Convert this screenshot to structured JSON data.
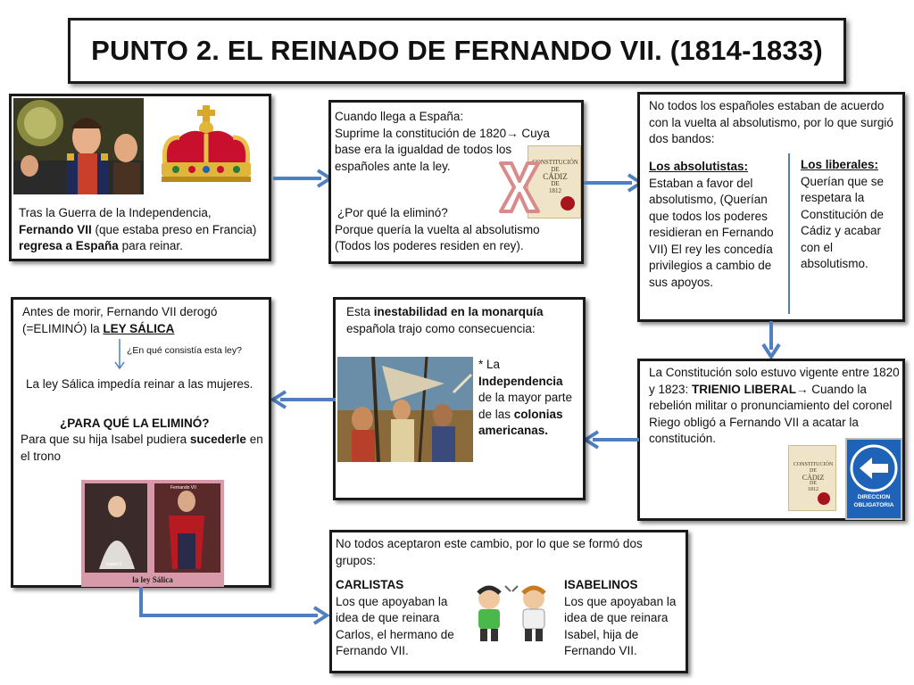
{
  "title": "PUNTO 2. EL REINADO DE FERNANDO VII. (1814-1833)",
  "box1": {
    "text_a": "Tras la Guerra de la Independencia, ",
    "text_b": "Fernando VII",
    "text_c": " (que estaba preso en Francia) ",
    "text_d": "regresa a España",
    "text_e": " para reinar."
  },
  "box2": {
    "l1": "Cuando llega a España:",
    "l2a": "Suprime la constitución de 1820",
    "l2b": " Cuya base era la igualdad de todos los españoles ante la ley.",
    "q": "¿Por qué la eliminó?",
    "a": "Porque quería la vuelta al absolutismo (Todos los poderes residen en rey).",
    "doc": {
      "l1": "CONSTITUCIÓN",
      "l2": "DE",
      "l3": "CÁDIZ",
      "l4": "DE",
      "l5": "1812"
    }
  },
  "box3": {
    "intro": "No todos los españoles estaban de acuerdo con la vuelta al absolutismo, por lo que surgió dos bandos:",
    "abs_title": "Los absolutistas:",
    "abs_text": "Estaban a favor del absolutismo, (Querían que todos los poderes residieran en Fernando VII) El rey les concedía privilegios a cambio de sus apoyos.",
    "lib_title": "Los liberales:",
    "lib_text": "Querían que se respetara la Constitución de Cádiz y acabar con el absolutismo."
  },
  "box4": {
    "a": "La Constitución solo estuvo vigente entre 1820 y 1823: ",
    "b": "TRIENIO LIBERAL",
    "c": " Cuando la rebelión militar o pronunciamiento del coronel Riego obligó a Fernando VII a acatar la constitución.",
    "sign_l1": "DIRECCION",
    "sign_l2": "OBLIGATORIA"
  },
  "box5": {
    "a": "Esta ",
    "b": "inestabilidad en la monarquía",
    "c": " española trajo como consecuencia:",
    "d": "* La ",
    "e": "Independencia",
    "f": " de la mayor parte de las ",
    "g": "colonias americanas."
  },
  "box6": {
    "a": "Antes de morir, Fernando VII derogó (=ELIMINÓ) la ",
    "b": "LEY SÁLICA",
    "sub": "¿En qué consistía esta ley?",
    "ans": "La ley Sálica impedía reinar a las mujeres.",
    "q": "¿PARA QUÉ LA ELIMINÓ?",
    "r1": "Para que su hija Isabel pudiera ",
    "r2": "sucederle",
    "r3": " en el trono",
    "caption": "la ley Sálica",
    "label1": "Isabel II",
    "label2": "Fernando VII"
  },
  "box7": {
    "intro": "No todos aceptaron este cambio, por lo que se formó dos grupos:",
    "c_title": "CARLISTAS",
    "c_text": "Los que apoyaban la idea de que reinara Carlos, el hermano de Fernando VII.",
    "i_title": "ISABELINOS",
    "i_text": "Los que apoyaban la idea de que reinara Isabel, hija de Fernando VII."
  },
  "arrow_glyph": "→",
  "colors": {
    "arrow": "#4f7fc0",
    "border": "#1a1a1a",
    "x_mark": "#d98a8a",
    "sign_blue": "#1e63b8"
  }
}
